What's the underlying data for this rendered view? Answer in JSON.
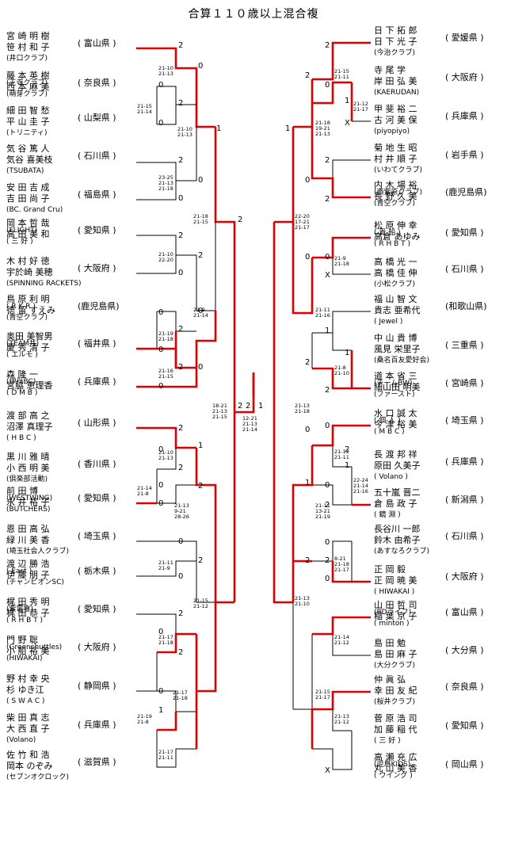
{
  "title": "合算１１０歳以上混合複",
  "left_teams": [
    {
      "p1": "宮 崎  明 樹",
      "p2": "笹 村  和 子",
      "club": "(井口クラブ)",
      "pref": "( 富山県 )"
    },
    {
      "p1": "藤 本  英 樹",
      "p2": "西 本  麻 美",
      "club1": "(王寺クラブ)",
      "club2": "(萌芽クラブ)",
      "pref": "( 奈良県 )"
    },
    {
      "p1": "細 田  智 愁",
      "p2": "平 山  圭 子",
      "club": "(トリニティ)",
      "pref": "( 山梨県 )"
    },
    {
      "p1": "気 谷  篤 人",
      "p2": "気谷 喜美枝",
      "club": "(TSUBATA)",
      "pref": "( 石川県 )"
    },
    {
      "p1": "安 田  吉 成",
      "p2": "吉 田  尚 子",
      "club": "(BC. Grand Cru)",
      "pref": "( 福島県 )"
    },
    {
      "p1": "岡 本  哲 哉",
      "p2": "高 田  美 和",
      "club1": "(FLIGHT)",
      "club2": "( 三 好 )",
      "pref": "( 愛知県 )"
    },
    {
      "p1": "木 村  好 徳",
      "p2": "宇於崎 美穂",
      "club": "(SPINNING RACKETS)",
      "pref": "( 大阪府 )"
    },
    {
      "p1": "鳥 原  利 明",
      "p2": "德 留  すえみ",
      "club1": "( R K R )",
      "club2": "(青空クラブ)",
      "pref": "(鹿児島県)"
    },
    {
      "p1": "奥田 美智男",
      "p2": "慶 秀  清 子",
      "club1": "(TEAM井)",
      "club2": "( エルモ )",
      "pref": "( 福井県 )"
    },
    {
      "p1": "森    隆 一",
      "p2": "宮脇 恵理香",
      "club1": "(伊丹BC)",
      "club2": "( D M B )",
      "pref": "( 兵庫県 )"
    },
    {
      "p1": "渡 部  高 之",
      "p2": "沼澤 真理子",
      "club": "( H B C )",
      "pref": "( 山形県 )"
    },
    {
      "p1": "黒 川  雅 晴",
      "p2": "小 西  明 美",
      "club": "(倶楽部活動)",
      "pref": "( 香川県 )"
    },
    {
      "p1": "前 田    博",
      "p2": "永 井  裕 子",
      "club1": "(WESTWING)",
      "club2": "(BUTCHERS)",
      "pref": "( 愛知県 )"
    },
    {
      "p1": "恩 田  高 弘",
      "p2": "緑 川  美 香",
      "club": "(埼玉社会人クラブ)",
      "pref": "( 埼玉県 )"
    },
    {
      "p1": "渡 辺  勝 浩",
      "p2": "伊 藤  朋 子",
      "club1": "( East )",
      "club2": "(チャンピオンSC)",
      "pref": "( 栃木県 )"
    },
    {
      "p1": "梶 田  秀 明",
      "p2": "梶 田  恭 子",
      "club1": "(紫電會)",
      "club2": "( R H B T )",
      "pref": "( 愛知県 )"
    },
    {
      "p1": "門 野    聡",
      "p2": "小 船  裕 美",
      "club1": "(Greenshuttles)",
      "club2": "(HIWAKAI)",
      "pref": "( 大阪府 )"
    },
    {
      "p1": "野 村  幸 央",
      "p2": "杉  ゆき江",
      "club": "( S W A C )",
      "pref": "( 静岡県 )"
    },
    {
      "p1": "柴 田  真 志",
      "p2": "大 西  直 子",
      "club": "(Volano)",
      "pref": "( 兵庫県 )"
    },
    {
      "p1": "佐 竹  和 浩",
      "p2": "岡本 のぞみ",
      "club": "(セブンオクロック)",
      "pref": "( 滋賀県 )"
    }
  ],
  "right_teams": [
    {
      "p1": "日 下  拓 郎",
      "p2": "日 下  光 子",
      "club": "(今治クラブ)",
      "pref": "( 愛媛県 )"
    },
    {
      "p1": "寺 尾    学",
      "p2": "岸 田  弘 美",
      "club": "(KAERUDAN)",
      "pref": "( 大阪府 )"
    },
    {
      "p1": "甲 斐  裕 二",
      "p2": "古 河  美 保",
      "club": "(piyopiyo)",
      "pref": "( 兵庫県 )"
    },
    {
      "p1": "菊 地  生 昭",
      "p2": "村 井  順 子",
      "club": "(いわてクラブ)",
      "pref": "( 岩手県 )"
    },
    {
      "p1": "内 木 場  裕",
      "p2": "長 野  久 美",
      "club1": "(西紫原クラブ)",
      "club2": "(青空クラブ)",
      "pref": "(鹿児島県)"
    },
    {
      "p1": "松 原  伸 幸",
      "p2": "高倉 あゆみ",
      "club1": "( 貴 船 )",
      "club2": "( R H B T )",
      "pref": "( 愛知県 )"
    },
    {
      "p1": "高 橋  光 一",
      "p2": "高 橋  佳 伸",
      "club": "(小松クラブ)",
      "pref": "( 石川県 )"
    },
    {
      "p1": "福 山  智 文",
      "p2": "貴志 亜希代",
      "club": "( Jewel )",
      "pref": "(和歌山県)"
    },
    {
      "p1": "中 山  貴 博",
      "p2": "風見 栄里子",
      "club": "(桑名百友愛好会)",
      "pref": "( 三重県 )"
    },
    {
      "p1": "道 本  省 三",
      "p2": "細山田 明美",
      "club1": "(チームBW)",
      "club2": "(ファースト)",
      "pref": "( 宮崎県 )"
    },
    {
      "p1": "水 口  誠 太",
      "p2": "今 津  裕 美",
      "club1": "( 個 人 )",
      "club2": "( M B C )",
      "pref": "( 埼玉県 )"
    },
    {
      "p1": "長 渡  邦 祥",
      "p2": "原田 久美子",
      "club": "( Volano )",
      "pref": "( 兵庫県 )"
    },
    {
      "p1": "五十嵐 晋二",
      "p2": "倉 島  政 子",
      "club": "( 鏡 淵 )",
      "pref": "( 新潟県 )"
    },
    {
      "p1": "長谷川 一郎",
      "p2": "鈴木 由希子",
      "club": "(あすなろクラブ)",
      "pref": "( 石川県 )"
    },
    {
      "p1": "正 岡    毅",
      "p2": "正 岡  暁 美",
      "club": "( HIWAKAI )",
      "pref": "( 大阪府 )"
    },
    {
      "p1": "山 田  哲 司",
      "p2": "稲 葉  京 子",
      "club1": "(BDライフ)",
      "club2": "( minton )",
      "pref": "( 富山県 )"
    },
    {
      "p1": "島 田    勉",
      "p2": "島 田  麻 子",
      "club": "(大分クラブ)",
      "pref": "( 大分県 )"
    },
    {
      "p1": "仲  眞  弘",
      "p2": "幸 田  友 紀",
      "club": "(桜井クラブ)",
      "pref": "( 奈良県 )"
    },
    {
      "p1": "菅 原  浩 司",
      "p2": "加 藤  稲 代",
      "club": "( 三 好 )",
      "pref": "( 愛知県 )"
    },
    {
      "p1": "高 瀬  充 広",
      "p2": "丸 山  美 香",
      "club1": "(児島KIDS)",
      "club2": "( ウイング )",
      "pref": "( 岡山県 )"
    }
  ],
  "left_match_scores": [
    [
      "21-10",
      "21-13"
    ],
    [
      "21-15",
      "21-14"
    ],
    [
      "21-10",
      "21-13"
    ],
    [
      "23-25",
      "21-13",
      "21-18"
    ],
    [
      "21-18",
      "21-15"
    ],
    [
      "21-10",
      "22-20"
    ],
    [
      "21-9",
      "21-14"
    ],
    [
      "21-19",
      "21-18"
    ],
    [
      "21-16",
      "21-15"
    ],
    [
      "18-21",
      "21-13",
      "21-15"
    ],
    [
      "21-10",
      "21-13"
    ],
    [
      "21-14",
      "21-8"
    ],
    [
      "21-13",
      "9-21",
      "28-26"
    ],
    [
      "21-11",
      "21-9"
    ],
    [
      "21-15",
      "21-12"
    ],
    [
      "21-17",
      "21-18"
    ],
    [
      "21-17",
      "21-18"
    ],
    [
      "21-19",
      "21-8"
    ],
    [
      "21-17",
      "21-11"
    ]
  ],
  "right_match_scores": [
    [
      "21-15",
      "21-11"
    ],
    [
      "21-12",
      "21-17"
    ],
    [
      "21-18",
      "19-21",
      "21-13"
    ],
    [
      "22-20",
      "17-21",
      "21-17"
    ],
    [
      "21-9",
      "21-18"
    ],
    [
      "21-11",
      "21-16"
    ],
    [
      "21-8",
      "21-10"
    ],
    [
      "21-13",
      "21-18"
    ],
    [
      "21-12",
      "21-11"
    ],
    [
      "22-24",
      "21-14",
      "21-16"
    ],
    [
      "21-11",
      "13-21",
      "21-19"
    ],
    [
      "8-21",
      "21-18",
      "21-17"
    ],
    [
      "21-13",
      "21-10"
    ],
    [
      "21-14",
      "21-12"
    ],
    [
      "21-15",
      "21-17"
    ],
    [
      "21-13",
      "21-12"
    ]
  ],
  "final_scores": [
    "12-21",
    "21-13",
    "21-14"
  ],
  "final_marks": [
    "2",
    "1"
  ],
  "left_line_scores": [
    "2",
    "0",
    "2",
    "0",
    "0",
    "1",
    "2",
    "0",
    "0",
    "2",
    "2",
    "0",
    "2",
    "0",
    "0",
    "2",
    "0",
    "2",
    "0",
    "0",
    "2",
    "2",
    "0",
    "2",
    "0",
    "0",
    "1",
    "2",
    "0",
    "0",
    "2",
    "2",
    "0",
    "2",
    "0",
    "1"
  ],
  "right_line_scores": [
    "2",
    "2",
    "0",
    "1",
    "X",
    "1",
    "2",
    "0",
    "2",
    "0",
    "0",
    "X",
    "2",
    "1",
    "1",
    "2",
    "0",
    "0",
    "2",
    "1",
    "0",
    "1",
    "2",
    "0",
    "2",
    "2",
    "0",
    "X"
  ],
  "winner_line_color": "#e00000"
}
